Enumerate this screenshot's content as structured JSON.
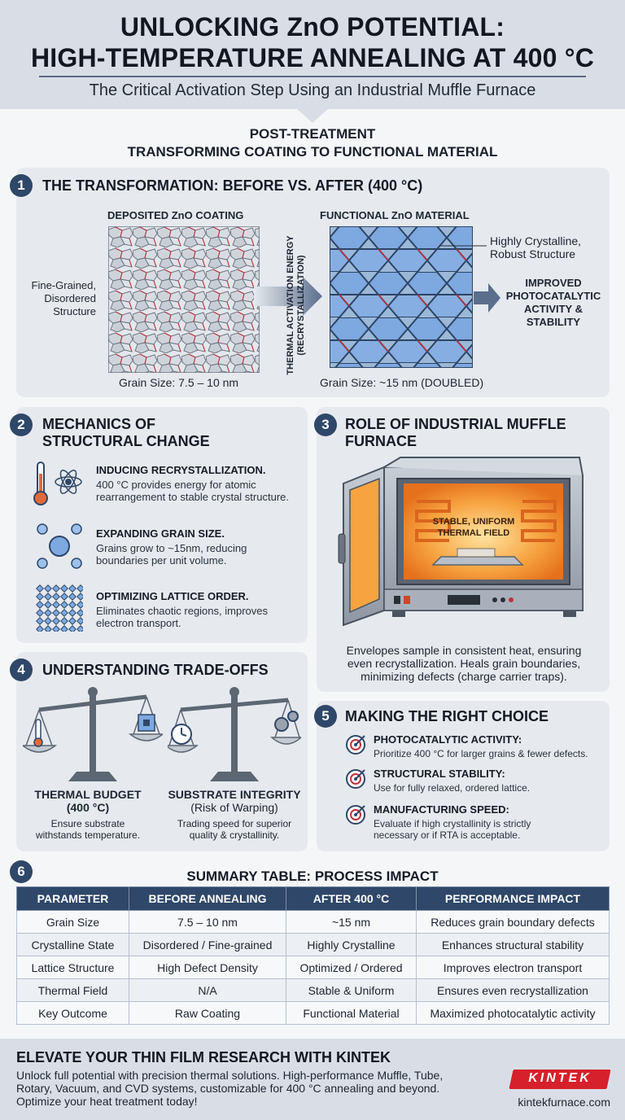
{
  "header": {
    "title_line1": "UNLOCKING ZnO POTENTIAL:",
    "title_line2": "HIGH-TEMPERATURE ANNEALING AT 400 °C",
    "subtitle": "The Critical Activation Step Using an Industrial Muffle Furnace"
  },
  "post_treatment": {
    "line1": "POST-TREATMENT",
    "line2": "TRANSFORMING COATING TO FUNCTIONAL MATERIAL"
  },
  "section1": {
    "number": "1",
    "title": "THE TRANSFORMATION: BEFORE VS. AFTER (400 °C)",
    "before_label": "DEPOSITED ZnO COATING",
    "before_desc_1": "Fine-Grained,",
    "before_desc_2": "Disordered",
    "before_desc_3": "Structure",
    "before_grain": "Grain Size: 7.5 – 10 nm",
    "arrow_label_1": "THERMAL ACTIVATION ENERGY",
    "arrow_label_2": "(RECRYSTALLIZATION)",
    "after_label": "FUNCTIONAL ZnO MATERIAL",
    "after_desc_1": "Highly Crystalline,",
    "after_desc_2": "Robust Structure",
    "after_grain": "Grain Size: ~15 nm (DOUBLED)",
    "result_1": "IMPROVED",
    "result_2": "PHOTOCATALYTIC",
    "result_3": "ACTIVITY &",
    "result_4": "STABILITY"
  },
  "section2": {
    "number": "2",
    "title_1": "MECHANICS OF",
    "title_2": "STRUCTURAL CHANGE",
    "items": [
      {
        "heading": "INDUCING RECRYSTALLIZATION.",
        "text_1": "400 °C provides energy for atomic",
        "text_2": "rearrangement to stable crystal structure.",
        "icon": "thermometer-atom-icon"
      },
      {
        "heading": "EXPANDING GRAIN SIZE.",
        "text_1": "Grains grow to ~15nm, reducing",
        "text_2": "boundaries per unit volume.",
        "icon": "grain-cluster-icon"
      },
      {
        "heading": "OPTIMIZING LATTICE ORDER.",
        "text_1": "Eliminates chaotic regions, improves",
        "text_2": "electron transport.",
        "icon": "lattice-icon"
      }
    ]
  },
  "section3": {
    "number": "3",
    "title_1": "ROLE OF INDUSTRIAL MUFFLE",
    "title_2": "FURNACE",
    "field_label_1": "STABLE, UNIFORM",
    "field_label_2": "THERMAL FIELD",
    "desc_1": "Envelopes sample in consistent heat, ensuring",
    "desc_2": "even recrystallization. Heals grain boundaries,",
    "desc_3": "minimizing defects (charge carrier traps)."
  },
  "section4": {
    "number": "4",
    "title": "UNDERSTANDING TRADE-OFFS",
    "left_h1": "THERMAL BUDGET",
    "left_h2": "(400 °C)",
    "left_t1": "Ensure substrate",
    "left_t2": "withstands temperature.",
    "right_h1": "SUBSTRATE INTEGRITY",
    "right_h2": "(Risk of Warping)",
    "right_t1": "Trading speed for superior",
    "right_t2": "quality & crystallinity."
  },
  "section5": {
    "number": "5",
    "title": "MAKING THE RIGHT CHOICE",
    "items": [
      {
        "heading": "PHOTOCATALYTIC ACTIVITY:",
        "text_1": "Prioritize 400 °C for larger grains & fewer defects.",
        "text_2": ""
      },
      {
        "heading": "STRUCTURAL STABILITY:",
        "text_1": "Use for fully relaxed, ordered lattice.",
        "text_2": ""
      },
      {
        "heading": "MANUFACTURING SPEED:",
        "text_1": "Evaluate if high crystallinity is strictly",
        "text_2": "necessary or if RTA is acceptable."
      }
    ]
  },
  "section6": {
    "number": "6",
    "title": "SUMMARY TABLE: PROCESS IMPACT",
    "columns": [
      "PARAMETER",
      "BEFORE ANNEALING",
      "AFTER 400 °C",
      "PERFORMANCE IMPACT"
    ],
    "rows": [
      [
        "Grain Size",
        "7.5 – 10 nm",
        "~15 nm",
        "Reduces grain boundary defects"
      ],
      [
        "Crystalline State",
        "Disordered / Fine-grained",
        "Highly Crystalline",
        "Enhances structural stability"
      ],
      [
        "Lattice Structure",
        "High Defect Density",
        "Optimized / Ordered",
        "Improves electron transport"
      ],
      [
        "Thermal Field",
        "N/A",
        "Stable & Uniform",
        "Ensures even recrystallization"
      ],
      [
        "Key Outcome",
        "Raw Coating",
        "Functional Material",
        "Maximized photocatalytic activity"
      ]
    ]
  },
  "footer": {
    "title": "ELEVATE YOUR THIN FILM RESEARCH WITH KINTEK",
    "text_1": "Unlock full potential with precision thermal solutions. High-performance Muffle, Tube,",
    "text_2": "Rotary, Vacuum, and CVD systems, customizable for 400 °C annealing and beyond.",
    "text_3": "Optimize your heat treatment today!",
    "logo": "KINTEK",
    "site": "kintekfurnace.com"
  },
  "colors": {
    "navy": "#2f4768",
    "panel": "#e6e9ee",
    "header": "#d9dee6",
    "hex_blue": "#7da8e0",
    "grain_boundary_red": "#c0303a",
    "brand_red": "#d6202b"
  }
}
